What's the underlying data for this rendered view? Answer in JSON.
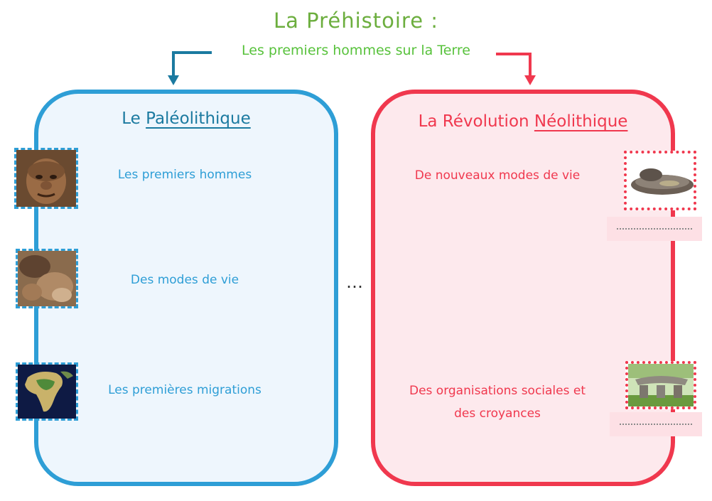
{
  "header": {
    "title": "La Préhistoire :",
    "subtitle": "Les premiers hommes sur la Terre"
  },
  "left_panel": {
    "title_prefix": "Le ",
    "title_underlined": "Paléolithique",
    "items": [
      {
        "label": "Les premiers hommes",
        "image": "early-human-face-image"
      },
      {
        "label": "Des modes de vie",
        "image": "stone-tool-hand-image"
      },
      {
        "label": "Les premières migrations",
        "image": "africa-globe-image"
      }
    ]
  },
  "right_panel": {
    "title_prefix": "La Révolution ",
    "title_underlined": "Néolithique",
    "items": [
      {
        "label": "De nouveaux modes de vie",
        "image": "grinding-stone-image"
      },
      {
        "label_line1": "Des organisations sociales et",
        "label_line2": "des croyances",
        "image": "dolmen-image"
      }
    ]
  },
  "separator": "…",
  "colors": {
    "title_green": "#6cae3e",
    "subtitle_green": "#58c23c",
    "paleo_blue": "#2e9ed6",
    "neo_red": "#f0384e",
    "paleo_arrow": "#1b7aa0",
    "neo_arrow": "#f0384e"
  }
}
